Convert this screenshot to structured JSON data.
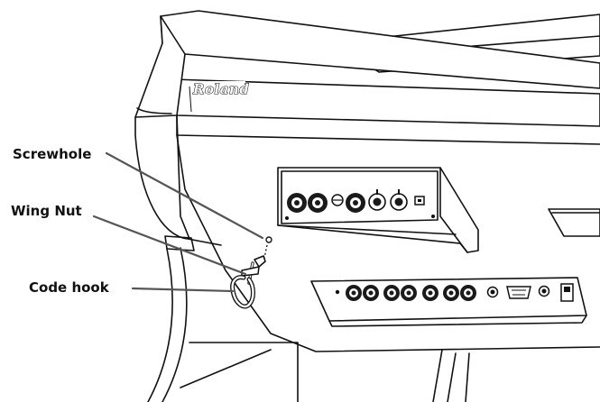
{
  "figure": {
    "brand_logo": "Roland",
    "callouts": {
      "screwhole": "Screwhole",
      "wing_nut": "Wing Nut",
      "code_hook": "Code hook"
    }
  },
  "colors": {
    "line": "#111111",
    "leader": "#555555",
    "background": "#ffffff"
  }
}
